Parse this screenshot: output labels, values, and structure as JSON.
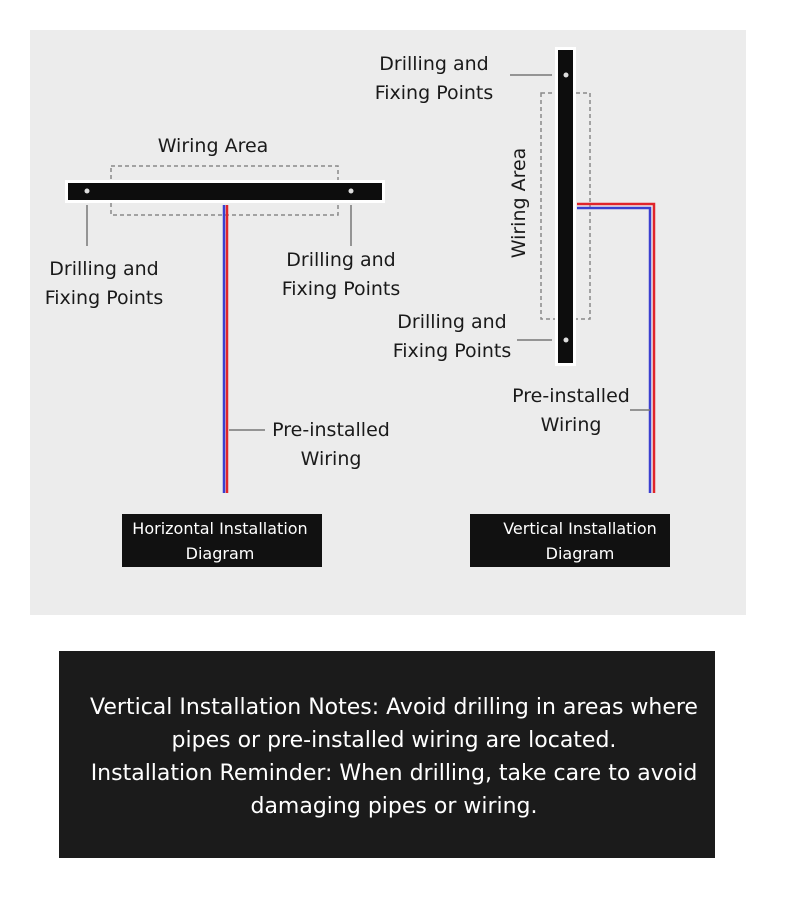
{
  "horizontal": {
    "wiring_area": "Wiring Area",
    "drill_left": [
      "Drilling and",
      "Fixing Points"
    ],
    "drill_right": [
      "Drilling and",
      "Fixing Points"
    ],
    "wiring": [
      "Pre-installed",
      "Wiring"
    ],
    "caption": [
      "Horizontal Installation",
      "Diagram"
    ]
  },
  "vertical": {
    "wiring_area": "Wiring Area",
    "drill_top": [
      "Drilling and",
      "Fixing Points"
    ],
    "drill_bottom": [
      "Drilling and",
      "Fixing Points"
    ],
    "wiring": [
      "Pre-installed",
      "Wiring"
    ],
    "caption": [
      "Vertical Installation",
      "Diagram"
    ]
  },
  "notes": [
    "Vertical Installation Notes: Avoid drilling in areas where",
    "pipes or pre-installed wiring are located.",
    "Installation Reminder: When drilling, take care to avoid",
    "damaging pipes or wiring."
  ],
  "colors": {
    "panel": "#ececec",
    "bar": "#0d0d0d",
    "wire_red": "#e0242b",
    "wire_blue": "#3a3fd0",
    "notes_bg": "#1b1b1b"
  }
}
